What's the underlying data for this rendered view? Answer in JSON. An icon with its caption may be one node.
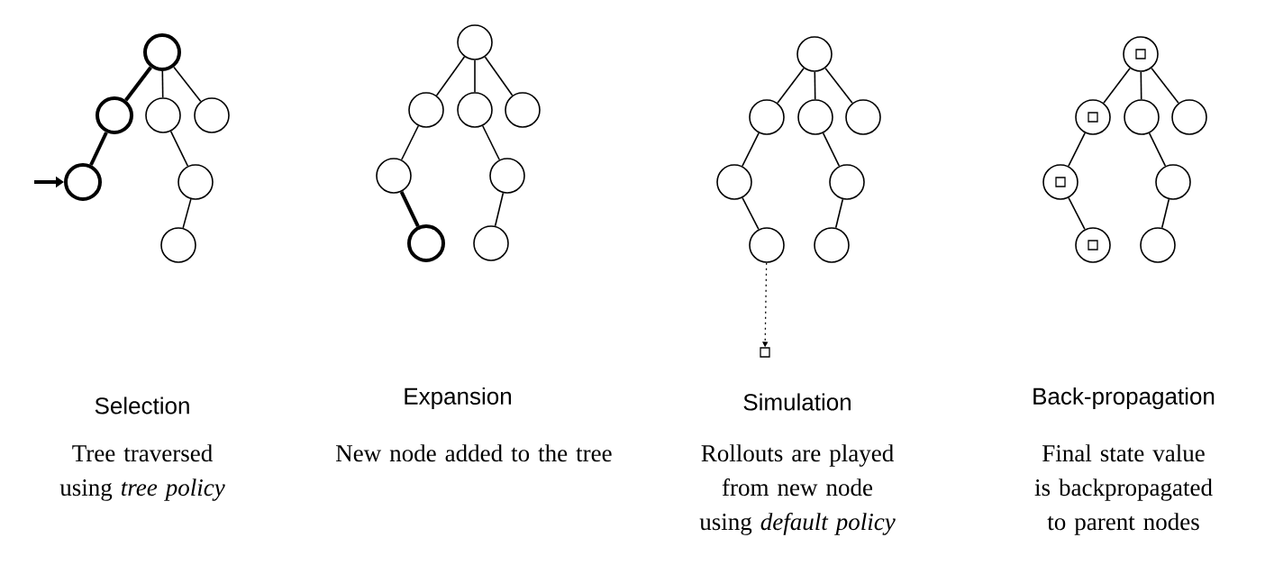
{
  "diagram": {
    "nodes": [
      {
        "text": [],
        "shape": "circle"
      },
      {
        "text": [],
        "shape": "circle"
      },
      {
        "text": [],
        "shape": "circle"
      },
      {
        "text": [],
        "shape": "circle"
      },
      {
        "text": [],
        "shape": "circle"
      },
      {
        "text": [],
        "shape": "circle"
      },
      {
        "text": [],
        "shape": "circle"
      },
      {
        "text": [],
        "shape": "circle"
      },
      {
        "text": [],
        "shape": "circle"
      },
      {
        "text": [],
        "shape": "circle"
      },
      {
        "text": [],
        "shape": "circle"
      },
      {
        "text": [],
        "shape": "circle"
      },
      {
        "text": [],
        "shape": "circle"
      },
      {
        "text": [],
        "shape": "circle"
      },
      {
        "text": [],
        "shape": "circle"
      },
      {
        "text": [],
        "shape": "circle"
      },
      {
        "text": [],
        "shape": "circle"
      },
      {
        "text": [],
        "shape": "circle"
      },
      {
        "text": [],
        "shape": "circle"
      },
      {
        "text": [],
        "shape": "circle"
      },
      {
        "text": [],
        "shape": "circle"
      },
      {
        "text": [],
        "shape": "circle"
      },
      {
        "text": [],
        "shape": "circle"
      },
      {
        "text": [],
        "shape": "box"
      },
      {
        "text": [],
        "shape": "circle"
      },
      {
        "text": [],
        "shape": "circle"
      },
      {
        "text": [],
        "shape": "circle"
      },
      {
        "text": [],
        "shape": "circle"
      },
      {
        "text": [],
        "shape": "circle"
      },
      {
        "text": [],
        "shape": "circle"
      },
      {
        "text": [],
        "shape": "circle"
      },
      {
        "text": [],
        "shape": "circle"
      }
    ],
    "edges": [
      {
        "from": 0,
        "to": 1,
        "arrow": "none",
        "style": "thick"
      },
      {
        "from": 0,
        "to": 2,
        "arrow": "none"
      },
      {
        "from": 0,
        "to": 3,
        "arrow": "none"
      },
      {
        "from": 1,
        "to": 4,
        "arrow": "none",
        "style": "thick"
      },
      {
        "from": 2,
        "to": 5,
        "arrow": "none"
      },
      {
        "from": 5,
        "to": 6,
        "arrow": "none"
      },
      {
        "from": null,
        "to": 4,
        "arrow": "to",
        "style": "thick"
      },
      {
        "from": 7,
        "to": 8,
        "arrow": "none"
      },
      {
        "from": 7,
        "to": 9,
        "arrow": "none"
      },
      {
        "from": 7,
        "to": 10,
        "arrow": "none"
      },
      {
        "from": 8,
        "to": 11,
        "arrow": "none"
      },
      {
        "from": 9,
        "to": 12,
        "arrow": "none"
      },
      {
        "from": 11,
        "to": 13,
        "arrow": "none",
        "style": "thick"
      },
      {
        "from": 12,
        "to": 14,
        "arrow": "none"
      },
      {
        "from": 15,
        "to": 16,
        "arrow": "none"
      },
      {
        "from": 15,
        "to": 17,
        "arrow": "none"
      },
      {
        "from": 15,
        "to": 18,
        "arrow": "none"
      },
      {
        "from": 16,
        "to": 19,
        "arrow": "none"
      },
      {
        "from": 17,
        "to": 20,
        "arrow": "none"
      },
      {
        "from": 19,
        "to": 21,
        "arrow": "none"
      },
      {
        "from": 20,
        "to": 22,
        "arrow": "none"
      },
      {
        "from": 21,
        "to": 23,
        "arrow": "to",
        "style": "dashed"
      },
      {
        "from": 24,
        "to": 25,
        "arrow": "none"
      },
      {
        "from": 24,
        "to": 26,
        "arrow": "none"
      },
      {
        "from": 24,
        "to": 27,
        "arrow": "none"
      },
      {
        "from": 25,
        "to": 28,
        "arrow": "none"
      },
      {
        "from": 26,
        "to": 29,
        "arrow": "none"
      },
      {
        "from": 28,
        "to": 30,
        "arrow": "none"
      },
      {
        "from": 29,
        "to": 31,
        "arrow": "none"
      }
    ],
    "labels": [
      "Selection",
      "Expansion",
      "Simulation",
      "Back-propagation",
      "Tree traversed using *tree policy*",
      "New node added to the tree",
      "Rollouts are played from new node using *default policy*",
      "Final state value is backpropagated to parent nodes"
    ]
  }
}
